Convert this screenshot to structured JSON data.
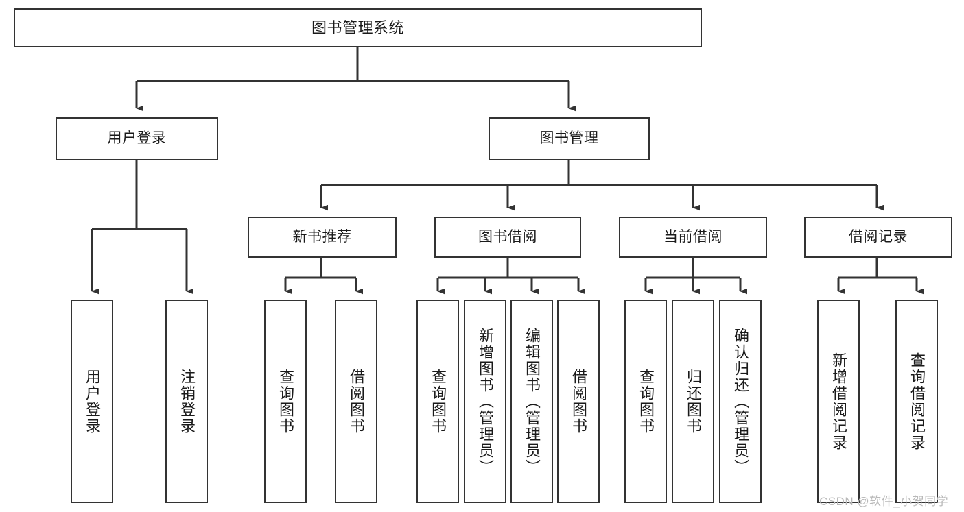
{
  "diagram": {
    "title": "图书管理系统",
    "type": "tree-hierarchy-chart",
    "colors": {
      "box_border": "#333333",
      "box_fill": "#ffffff",
      "edge": "#333333",
      "text": "#1a1a1a",
      "background": "#ffffff",
      "watermark": "#b9b9b9"
    }
  },
  "root": {
    "label": "图书管理系统"
  },
  "level1": [
    {
      "label": "用户登录"
    },
    {
      "label": "图书管理"
    }
  ],
  "level2": [
    {
      "label": "新书推荐"
    },
    {
      "label": "图书借阅"
    },
    {
      "label": "当前借阅"
    },
    {
      "label": "借阅记录"
    }
  ],
  "leaves": {
    "user_login": [
      {
        "label": "用户登录"
      },
      {
        "label": "注销登录"
      }
    ],
    "new_book_recommend": [
      {
        "label": "查询图书"
      },
      {
        "label": "借阅图书"
      }
    ],
    "book_borrow": [
      {
        "label": "查询图书"
      },
      {
        "label": "新增图书（管理员）"
      },
      {
        "label": "编辑图书（管理员）"
      },
      {
        "label": "借阅图书"
      }
    ],
    "current_borrow": [
      {
        "label": "查询图书"
      },
      {
        "label": "归还图书"
      },
      {
        "label": "确认归还（管理员）"
      }
    ],
    "borrow_record": [
      {
        "label": "新增借阅记录"
      },
      {
        "label": "查询借阅记录"
      }
    ]
  },
  "watermark": {
    "text": "CSDN @软件_小贺同学"
  }
}
